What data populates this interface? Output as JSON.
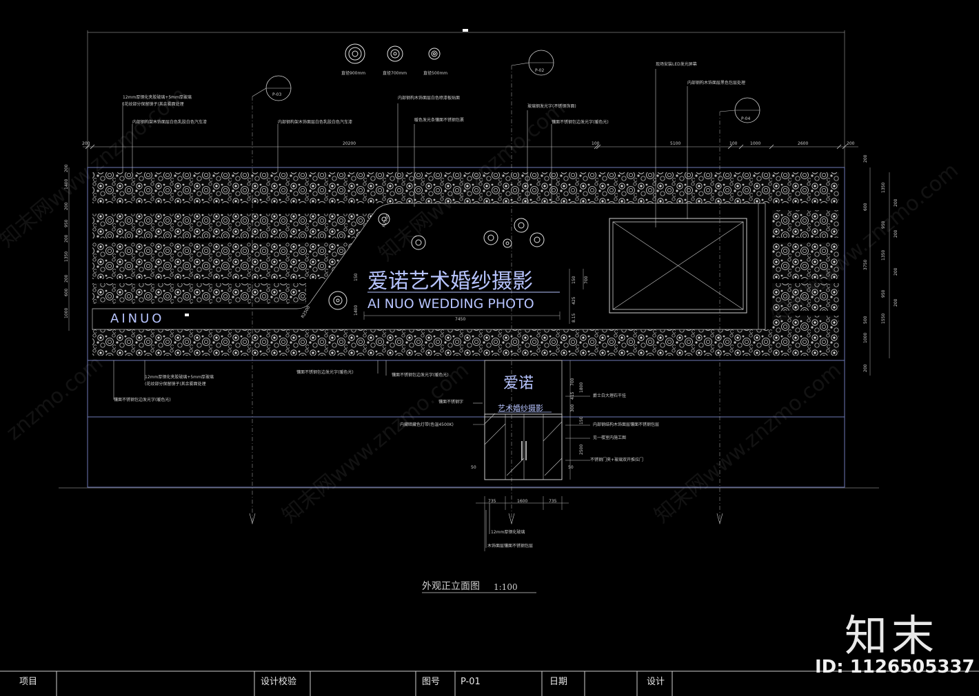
{
  "drawing": {
    "caption": "外观正立面图",
    "scale": "1:100",
    "sign_cn": "爱诺艺术婚纱摄影",
    "sign_en": "AI NUO WEDDING  PHOTO",
    "side_logo": "AINUO",
    "door_sign_top": "爱诺",
    "door_sign_bottom": "艺术婚纱摄影",
    "section_marks": [
      "P-03",
      "P-02",
      "P-04"
    ],
    "flower_legend": [
      "直径900mm",
      "直径700mm",
      "直径500mm"
    ],
    "top_dims": [
      "200",
      "20200",
      "100",
      "5100",
      "100",
      "1000",
      "2600",
      "200"
    ],
    "left_dims": [
      "200",
      "1400",
      "200",
      "950",
      "200",
      "1350",
      "200",
      "600",
      "1000"
    ],
    "right_dims_a": [
      "200",
      "600",
      "3750",
      "500",
      "1000",
      "200"
    ],
    "right_dims_b": [
      "1350",
      "200",
      "950",
      "200",
      "1350",
      "200",
      "950",
      "200",
      "1550"
    ],
    "sign_dims": [
      "7450",
      "150",
      "700",
      "425",
      "8.15",
      "1400",
      "150"
    ],
    "door_dims": [
      "735",
      "1600",
      "735"
    ],
    "door_side_dims": [
      "50",
      "50",
      "1800",
      "700",
      "415",
      "300",
      "150",
      "2500"
    ],
    "angle_dims": [
      "R2500",
      "R2500"
    ],
    "annotations": [
      "12mm厚钢化夹胶玻璃+5mm厚玻璃",
      "(花纹部分保留镜子)其余雾面处理",
      "内部钢构架木饰面层白色乳胶白色汽车漆",
      "内部钢构架木饰面层白色乳胶白色汽车漆",
      "内部钢构木饰面层白色喷漆板贴面",
      "暖色发光条镶面不锈钢包裹",
      "玻璃钢发光字(不锈钢饰面)",
      "镶面不锈钢包边发光字(暖色光)",
      "现场安装LED发光屏幕",
      "内部钢构木饰面层黑色包层处理",
      "12mm厚钢化夹胶玻璃+5mm厚玻璃",
      "(花纹部分保留镜子)其余雾面处理",
      "镶面不锈钢包边发光字(暖色光)",
      "镶面不锈钢包边发光字(暖色光)",
      "镶面不锈钢包边发光字(暖色光)",
      "镶面不锈钢字",
      "内藏暗藏色灯带(色温4500K)",
      "爵士白大理石干挂",
      "内部钢结构木饰面层镶面不锈钢包层",
      "见一楼室内施工图",
      "不锈钢门夹+玻璃双开推拉门",
      "12mm厚钢化玻璃",
      "木饰面层镶面不锈钢包层"
    ]
  },
  "title_block": {
    "project_label": "项目",
    "check_label": "设计校验",
    "drawing_no_label": "图号",
    "drawing_no": "P-01",
    "date_label": "日期",
    "design_label": "设计"
  },
  "watermark": {
    "logo": "知末",
    "id": "ID: 1126505337",
    "tile_text": "znzmo.com",
    "tile_text_cn": "知末网www.znzmo.com"
  },
  "colors": {
    "background": "#000000",
    "frame": "#6f7ab8",
    "linework": "#c9c9c9",
    "sign_text": "#b7c4ff"
  }
}
